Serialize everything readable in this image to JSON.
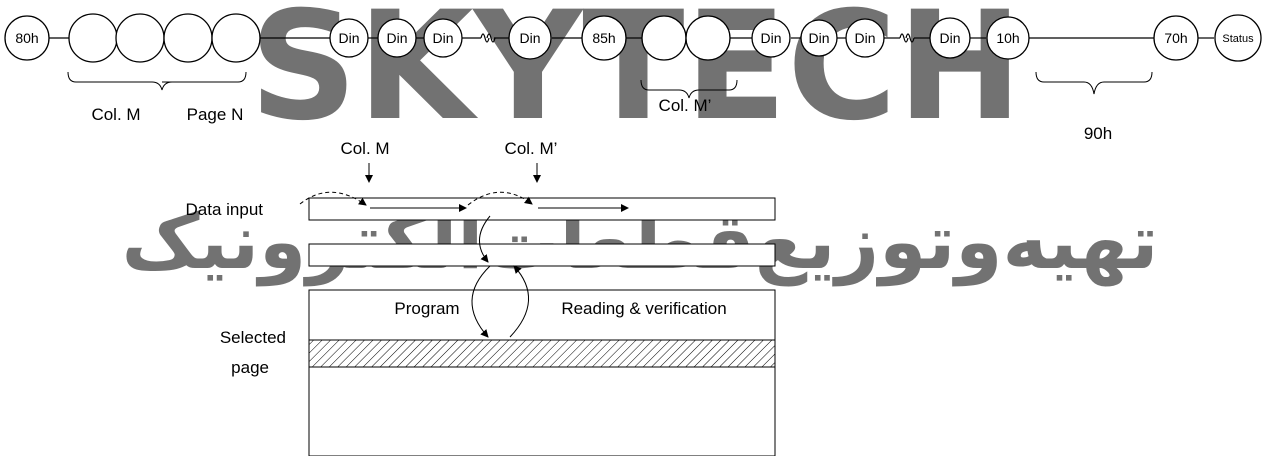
{
  "watermark": {
    "latin": "SKYTECH",
    "persian": "تهیه‌وتوزیع‌قطعات‌الکترونیک",
    "color": "#c9a7c4"
  },
  "sequence": {
    "nodes": [
      {
        "label": "80h"
      },
      {
        "label": ""
      },
      {
        "label": ""
      },
      {
        "label": ""
      },
      {
        "label": ""
      },
      {
        "label": "Din"
      },
      {
        "label": "Din"
      },
      {
        "label": "Din"
      },
      {
        "label": "Din"
      },
      {
        "label": "85h"
      },
      {
        "label": ""
      },
      {
        "label": ""
      },
      {
        "label": "Din"
      },
      {
        "label": "Din"
      },
      {
        "label": "Din"
      },
      {
        "label": "Din"
      },
      {
        "label": "10h"
      },
      {
        "label": "70h"
      },
      {
        "label": "Status"
      }
    ],
    "braces": {
      "col_m": "Col. M",
      "page_n": "Page N",
      "col_m_prime": "Col. M’",
      "busy": "90h"
    }
  },
  "diagram": {
    "col_m_label": "Col. M",
    "col_m_prime_label": "Col. M’",
    "data_input_label": "Data input",
    "program_label": "Program",
    "reading_label": "Reading & verification",
    "selected_page_label_line1": "Selected",
    "selected_page_label_line2": "page"
  }
}
